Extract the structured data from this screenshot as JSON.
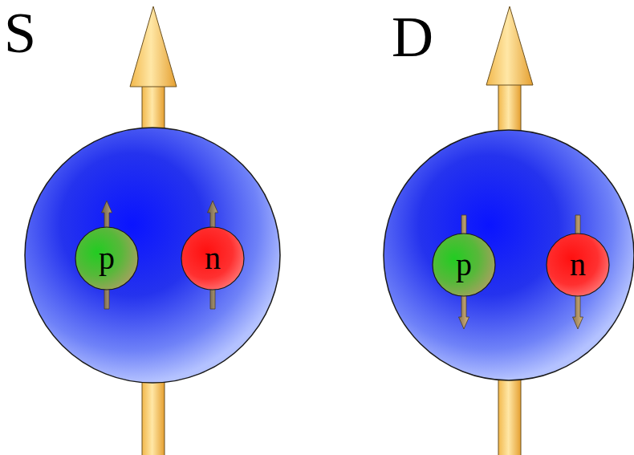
{
  "diagram": {
    "nodes": [
      {
        "text": [
          "S"
        ]
      },
      {
        "text": [
          "p"
        ],
        "in": 0
      },
      {
        "text": [
          "n"
        ],
        "in": 0
      },
      {
        "text": [
          "D"
        ]
      },
      {
        "text": [
          "p"
        ],
        "in": 3
      },
      {
        "text": [
          "n"
        ],
        "in": 3
      }
    ]
  }
}
